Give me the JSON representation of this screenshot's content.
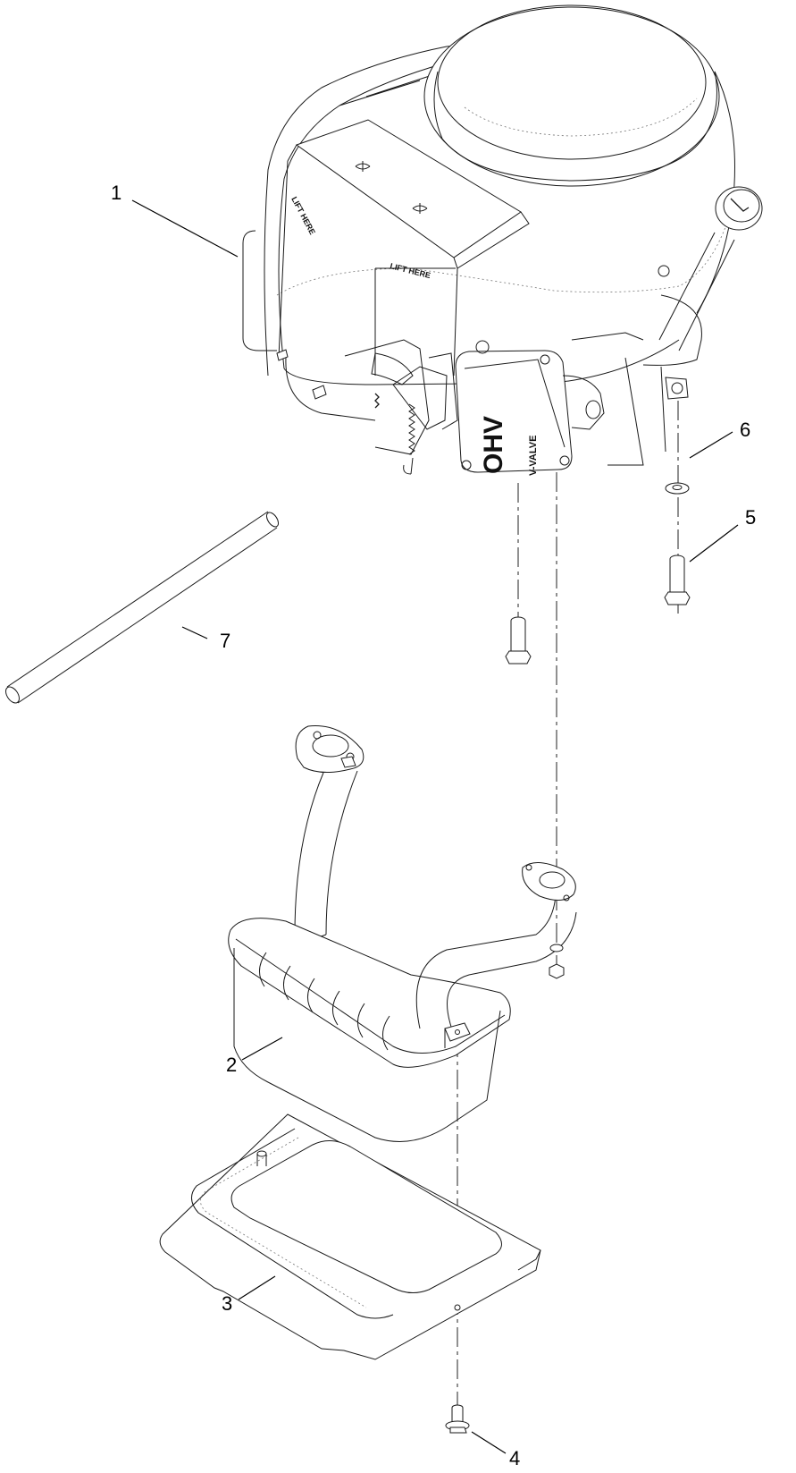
{
  "diagram": {
    "type": "exploded-parts-diagram",
    "background": "#ffffff",
    "line_color": "#1a1a1a",
    "callouts": [
      {
        "number": "1",
        "part": "engine"
      },
      {
        "number": "2",
        "part": "muffler"
      },
      {
        "number": "3",
        "part": "muffler-guard-plate"
      },
      {
        "number": "4",
        "part": "flange-bolt"
      },
      {
        "number": "5",
        "part": "bolt"
      },
      {
        "number": "6",
        "part": "washer"
      },
      {
        "number": "7",
        "part": "tube"
      }
    ],
    "engine_decals": {
      "lift_here_side": "LIFT HERE",
      "lift_here_front": "LIFT HERE",
      "valve_cover_brand": "OHV",
      "valve_cover_text": "V-VALVE"
    }
  }
}
